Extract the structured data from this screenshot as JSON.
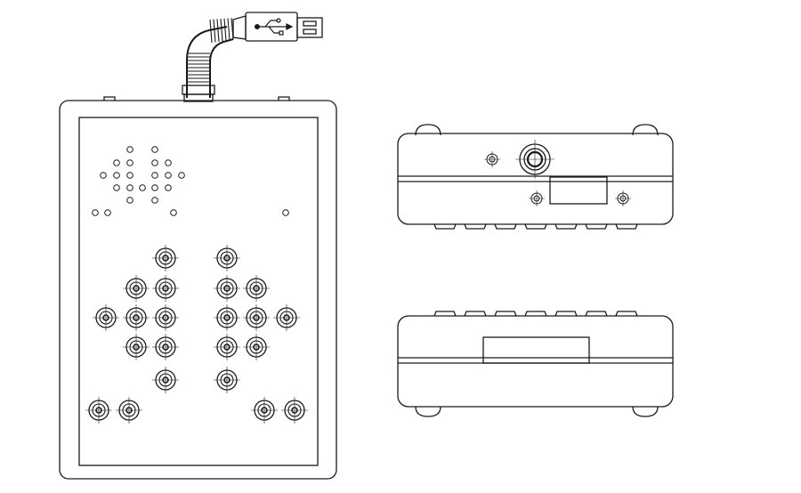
{
  "drawing": {
    "views": [
      "top-view",
      "side-view-connector",
      "side-view-opposite"
    ],
    "cable_icon": "usb-symbol-icon",
    "line_color": "#1a1a1a",
    "background": "#ffffff"
  }
}
